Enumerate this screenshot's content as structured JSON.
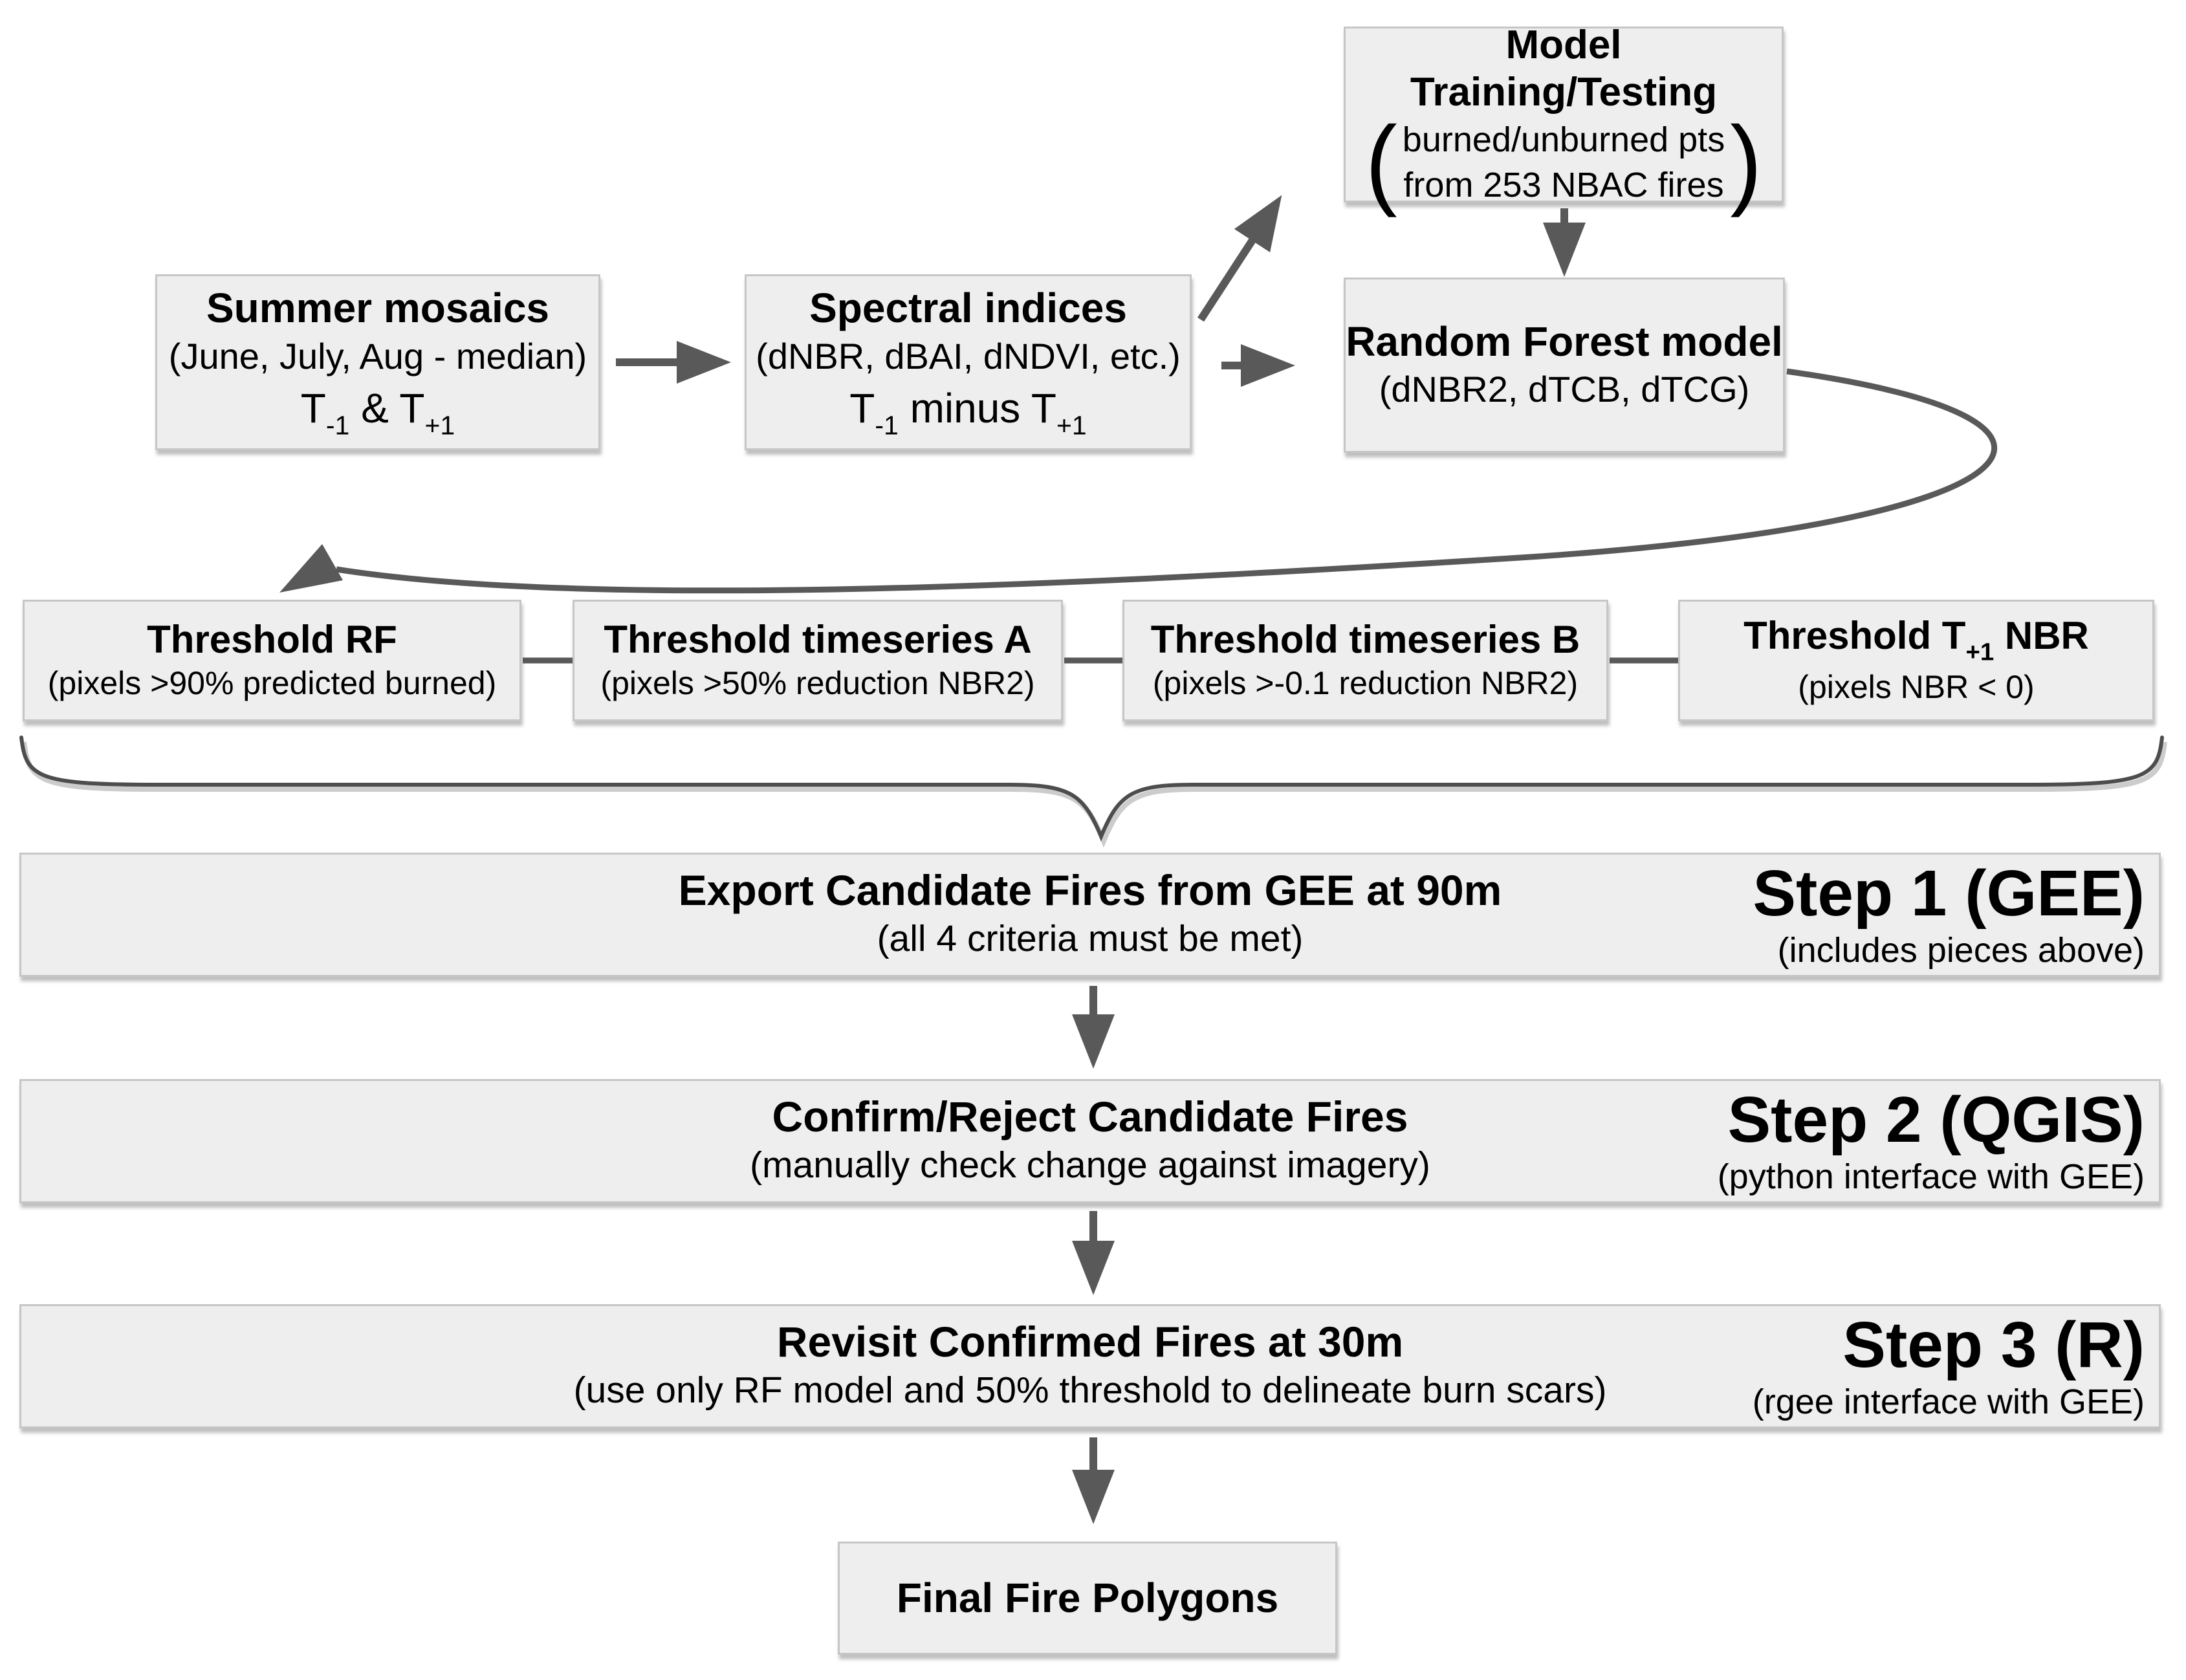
{
  "colors": {
    "background": "#ffffff",
    "box_fill": "#eeeeee",
    "box_border": "#c6c6c6",
    "arrow": "#595959",
    "text": "#000000"
  },
  "boxes": {
    "summer": {
      "title": "Summer mosaics",
      "subtitle": "(June, July, Aug - median)",
      "f_a": "T",
      "f_a_sub": "-1",
      "f_b": " & T",
      "f_b_sub": "+1"
    },
    "spectral": {
      "title": "Spectral indices",
      "subtitle": "(dNBR, dBAI, dNDVI, etc.)",
      "f_a": "T",
      "f_a_sub": "-1",
      "f_b": " minus T",
      "f_b_sub": "+1"
    },
    "training": {
      "title1": "Model",
      "title2": "Training/Testing",
      "paren_open": "(",
      "paren_line1": "burned/unburned pts",
      "paren_line2": "from 253 NBAC fires",
      "paren_close": ")"
    },
    "rf": {
      "title": "Random Forest model",
      "subtitle": "(dNBR2, dTCB, dTCG)"
    },
    "th_rf": {
      "title": "Threshold RF",
      "subtitle": "(pixels >90% predicted burned)"
    },
    "th_a": {
      "title": "Threshold timeseries A",
      "subtitle": "(pixels >50% reduction NBR2)"
    },
    "th_b": {
      "title": "Threshold timeseries B",
      "subtitle": "(pixels >-0.1 reduction NBR2)"
    },
    "th_nbr": {
      "t_a": "Threshold T",
      "t_sub": "+1",
      "t_b": " NBR",
      "subtitle": "(pixels NBR < 0)"
    },
    "step1": {
      "title": "Export Candidate Fires from GEE at 90m",
      "subtitle": "(all 4 criteria must be met)",
      "label": "Step 1 (GEE)",
      "label_sub": "(includes pieces above)"
    },
    "step2": {
      "title": "Confirm/Reject Candidate Fires",
      "subtitle": "(manually check change against imagery)",
      "label": "Step 2 (QGIS)",
      "label_sub": "(python interface with GEE)"
    },
    "step3": {
      "title": "Revisit Confirmed Fires at 30m",
      "subtitle": "(use only RF model and 50% threshold to delineate burn scars)",
      "label": "Step 3 (R)",
      "label_sub": "(rgee interface with GEE)"
    },
    "final": {
      "title": "Final Fire Polygons"
    }
  }
}
